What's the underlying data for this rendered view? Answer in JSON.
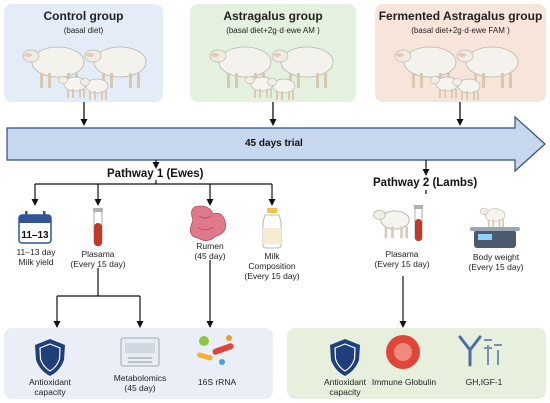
{
  "groups": [
    {
      "title": "Control group",
      "subtitle": "(basal diet)",
      "color": "#e3ecf7"
    },
    {
      "title": "Astragalus group",
      "subtitle": "(basal diet+2g·d·ewe AM )",
      "color": "#e4f1df"
    },
    {
      "title": "Fermented Astragalus group",
      "subtitle": "(basal diet+2g·d·ewe FAM )",
      "color": "#f8e5da"
    }
  ],
  "trial": {
    "label": "45 days trial",
    "arrow_color": "#c7d8ee"
  },
  "pathway1": {
    "title": "Pathway 1 (Ewes)",
    "items": {
      "calendar_text": "11–13",
      "milk_yield": [
        "11–13 day",
        "Milk yield"
      ],
      "plasma": [
        "Plasama",
        "(Every 15 day)"
      ],
      "rumen": [
        "Rumen",
        "(45 day)"
      ],
      "milk_composition": [
        "Milk",
        "Composition",
        "(Every 15 day)"
      ]
    },
    "outcomes": {
      "antioxidant": [
        "Antioxidant",
        "capacity"
      ],
      "metabolomics": "Metabolomics",
      "metabolomics_day": "(45 day)",
      "rrna": "16S rRNA"
    },
    "box_color": "#eaeef6"
  },
  "pathway2": {
    "title": "Pathway 2 (Lambs)",
    "items": {
      "plasma": [
        "Plasama",
        "(Every 15 day)"
      ],
      "body_weight": [
        "Body weight",
        "(Every 15 day)"
      ]
    },
    "outcomes": {
      "antioxidant": [
        "Antioxidant",
        "capacity"
      ],
      "immune": "Immune Globulin",
      "gh": "GH,IGF-1"
    },
    "box_color": "#e6f0dd"
  },
  "colors": {
    "shield": "#1f3f7a",
    "calendar": "#2f5597",
    "tube_red": "#c0392b",
    "rumen_pink": "#e07a8a",
    "cell_red": "#e0453a",
    "antibody": "#4a6ea8"
  }
}
